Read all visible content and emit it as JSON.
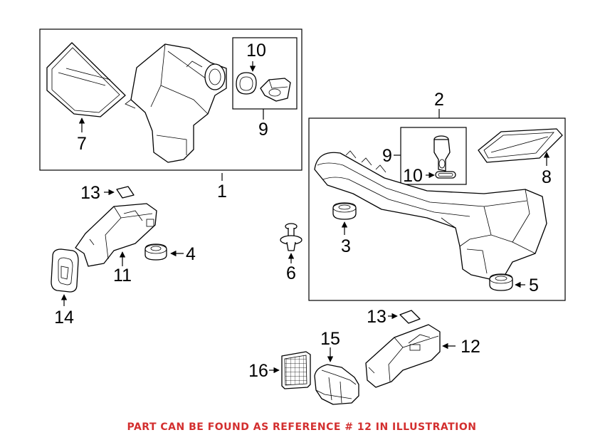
{
  "callouts": {
    "c1": "1",
    "c2": "2",
    "c3": "3",
    "c4": "4",
    "c5": "5",
    "c6": "6",
    "c7": "7",
    "c8": "8",
    "c9a": "9",
    "c9b": "9",
    "c10a": "10",
    "c10b": "10",
    "c11": "11",
    "c12": "12",
    "c13a": "13",
    "c13b": "13",
    "c14": "14",
    "c15": "15",
    "c16": "16"
  },
  "note": "PART CAN BE FOUND AS REFERENCE # 12 IN ILLUSTRATION",
  "colors": {
    "note": "#d32f2f",
    "line": "#000000",
    "background": "#ffffff"
  }
}
